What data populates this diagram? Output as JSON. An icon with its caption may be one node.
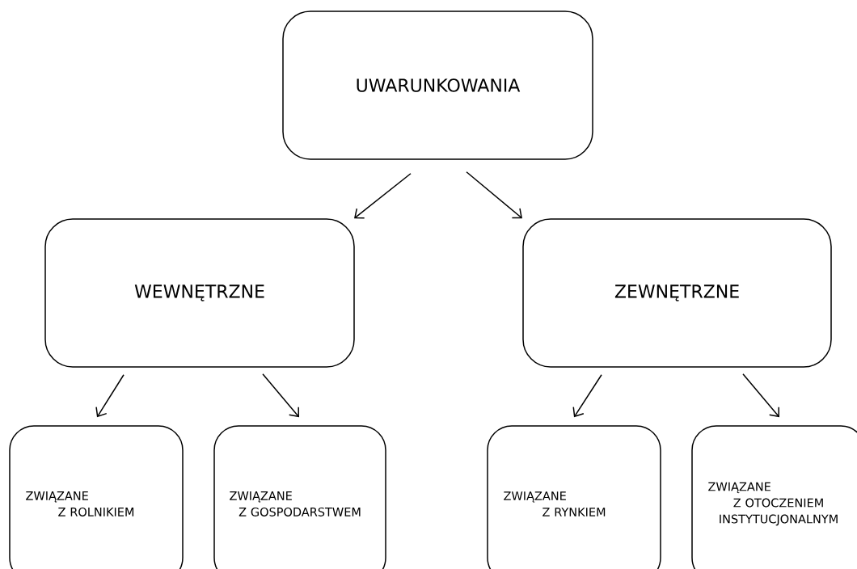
{
  "diagram": {
    "nodes": [
      {
        "text": [
          "UWARUNKOWANIA"
        ]
      },
      {
        "text": [
          "WEWNĘTRZNE"
        ]
      },
      {
        "text": [
          "ZEWNĘTRZNE"
        ]
      },
      {
        "text": [
          "ZWIĄZANE Z ROLNIKIEM"
        ]
      },
      {
        "text": [
          "ZWIĄZANE Z GOSPODARSTWEM"
        ]
      },
      {
        "text": [
          "ZWIĄZANE Z RYNKIEM"
        ]
      },
      {
        "text": [
          "ZWIĄZANE Z OTOCZENIEM INSTYTUCJONALNYM"
        ]
      }
    ],
    "edges": [
      {
        "from": 0,
        "to": 1,
        "arrow": "to"
      },
      {
        "from": 0,
        "to": 2,
        "arrow": "to"
      },
      {
        "from": 1,
        "to": 3,
        "arrow": "to"
      },
      {
        "from": 1,
        "to": 4,
        "arrow": "to"
      },
      {
        "from": 2,
        "to": 5,
        "arrow": "to"
      },
      {
        "from": 2,
        "to": 6,
        "arrow": "to"
      }
    ]
  }
}
